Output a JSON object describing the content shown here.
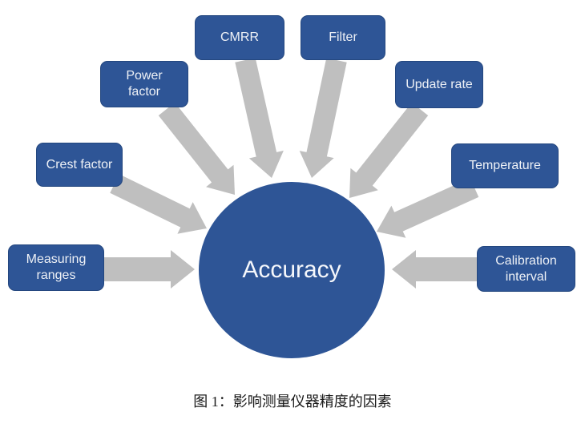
{
  "diagram": {
    "center": {
      "label": "Accuracy"
    },
    "factors": [
      {
        "id": "cmrr",
        "label": "CMRR"
      },
      {
        "id": "filter",
        "label": "Filter"
      },
      {
        "id": "power-factor",
        "label": "Power factor"
      },
      {
        "id": "update-rate",
        "label": "Update rate"
      },
      {
        "id": "crest-factor",
        "label": "Crest factor"
      },
      {
        "id": "temperature",
        "label": "Temperature"
      },
      {
        "id": "measuring-ranges",
        "label": "Measuring ranges"
      },
      {
        "id": "calibration-interval",
        "label": "Calibration interval"
      }
    ]
  },
  "caption": {
    "text": "图 1：影响测量仪器精度的因素"
  },
  "colors": {
    "node_fill": "#2e5596",
    "node_border": "#24477f",
    "node_text": "#eef1f6",
    "arrow_fill": "#bfbfbf",
    "caption_text": "#1a1a1a",
    "background": "#ffffff"
  }
}
